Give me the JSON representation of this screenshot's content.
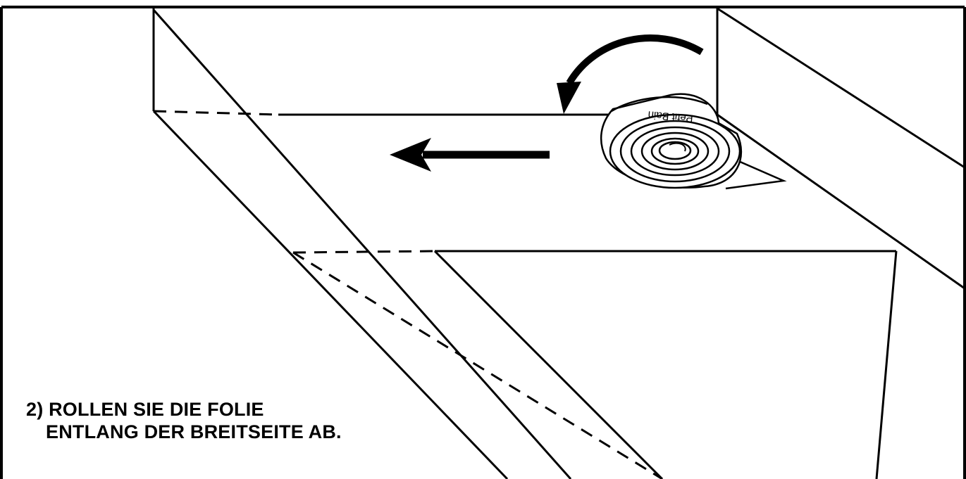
{
  "instruction": {
    "line1": "2) ROLLEN SIE DIE FOLIE",
    "line2": "ENTLANG DER BREITSEITE AB."
  },
  "roll": {
    "brand_label": "Petit Bain"
  },
  "colors": {
    "ink": "#000000",
    "paper": "#ffffff"
  },
  "icons": [
    "curved-arrow-icon",
    "straight-arrow-left-icon",
    "film-roll-icon"
  ]
}
